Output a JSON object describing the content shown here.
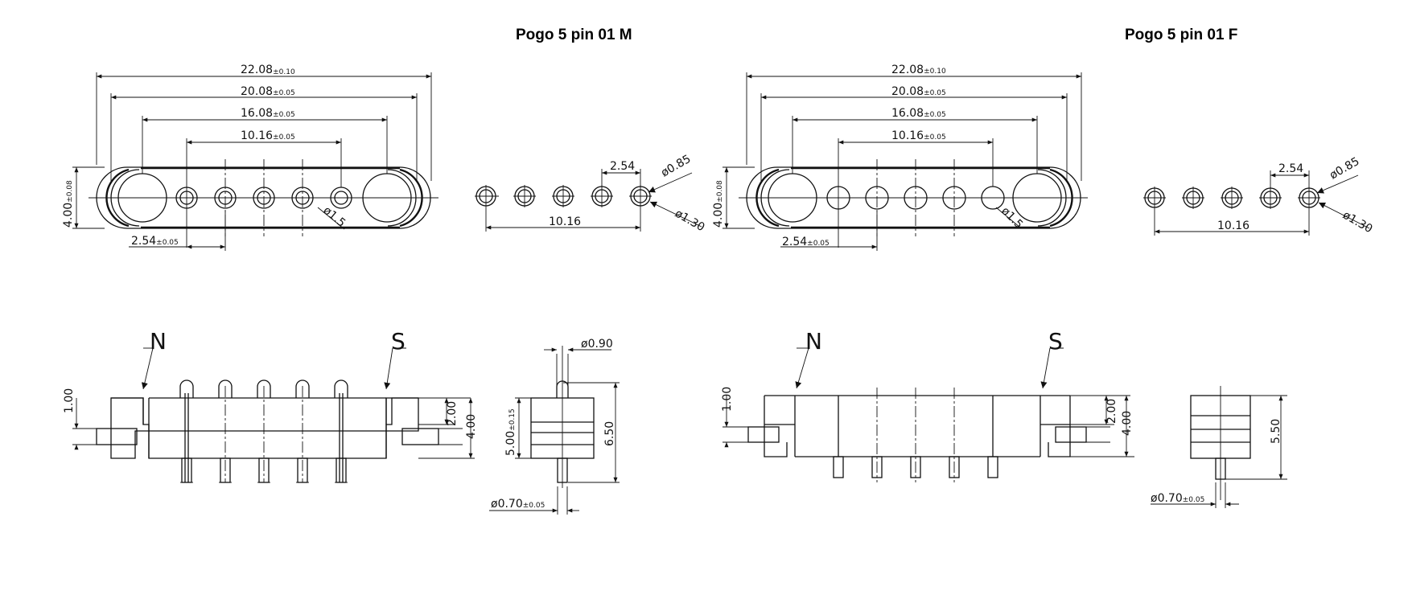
{
  "titles": {
    "left": "Pogo 5 pin 01 M",
    "right": "Pogo 5 pin 01 F"
  },
  "dims": {
    "overall": "22.08",
    "overall_tol": "±0.10",
    "d2": "20.08",
    "d2_tol": "±0.05",
    "d3": "16.08",
    "d3_tol": "±0.05",
    "d4": "10.16",
    "d4_tol": "±0.05",
    "height": "4.00",
    "height_tol": "±0.08",
    "pitch": "2.54",
    "pitch_tol": "±0.05",
    "hole_dia": "ø1.5",
    "pin_pitch": "2.54",
    "pin_span": "10.16",
    "pin_dia_085": "ø0.85",
    "pin_dia_130": "ø1.30",
    "magnet_north": "N",
    "magnet_south": "S",
    "side_100": "1.00",
    "side_200": "2.00",
    "side_400": "4.00",
    "m_tip_dia": "ø0.90",
    "m_body_h": "5.00",
    "m_body_h_tol": "±0.15",
    "m_total_h": "6.50",
    "tail_dia": "ø0.70",
    "tail_dia_tol": "±0.05",
    "f_total_h": "5.50"
  }
}
